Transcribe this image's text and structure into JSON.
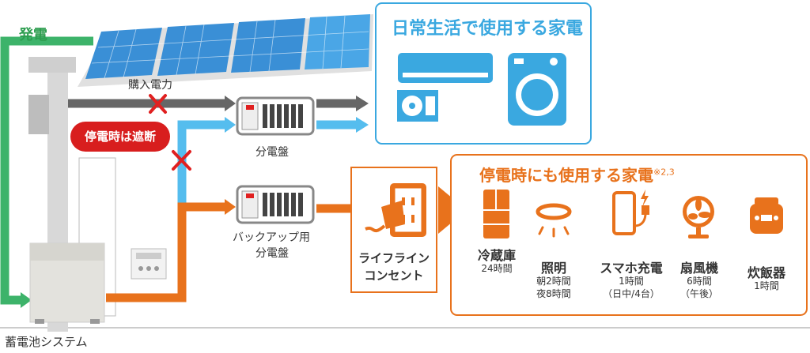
{
  "labels": {
    "generation": "発電",
    "purchased_power": "購入電力",
    "cutoff_on_outage": "停電時は遮断",
    "distribution_board": "分電盤",
    "backup_board_line1": "バックアップ用",
    "backup_board_line2": "分電盤",
    "lifeline_line1": "ライフライン",
    "lifeline_line2": "コンセント",
    "battery_system": "蓄電池システム"
  },
  "daily_box": {
    "title": "日常生活で使用する家電",
    "icons": [
      "air-conditioner-icon",
      "washing-machine-icon"
    ]
  },
  "outage_box": {
    "title": "停電時にも使用する家電",
    "note_mark": "※2,3",
    "appliances": [
      {
        "name": "冷蔵庫",
        "time1": "24時間",
        "time2": "",
        "icon": "refrigerator-icon"
      },
      {
        "name": "照明",
        "time1": "朝2時間",
        "time2": "夜8時間",
        "icon": "ceiling-light-icon"
      },
      {
        "name": "スマホ充電",
        "time1": "1時間",
        "time2": "（日中/4台）",
        "icon": "smartphone-charger-icon"
      },
      {
        "name": "扇風機",
        "time1": "6時間",
        "time2": "（午後）",
        "icon": "fan-icon"
      },
      {
        "name": "炊飯器",
        "time1": "1時間",
        "time2": "",
        "icon": "rice-cooker-icon"
      }
    ]
  },
  "colors": {
    "green": "#3db36a",
    "gray_line": "#666666",
    "blue_line": "#55bdee",
    "orange": "#e8721c",
    "red": "#e02020",
    "blue_box": "#3aa8e0"
  }
}
